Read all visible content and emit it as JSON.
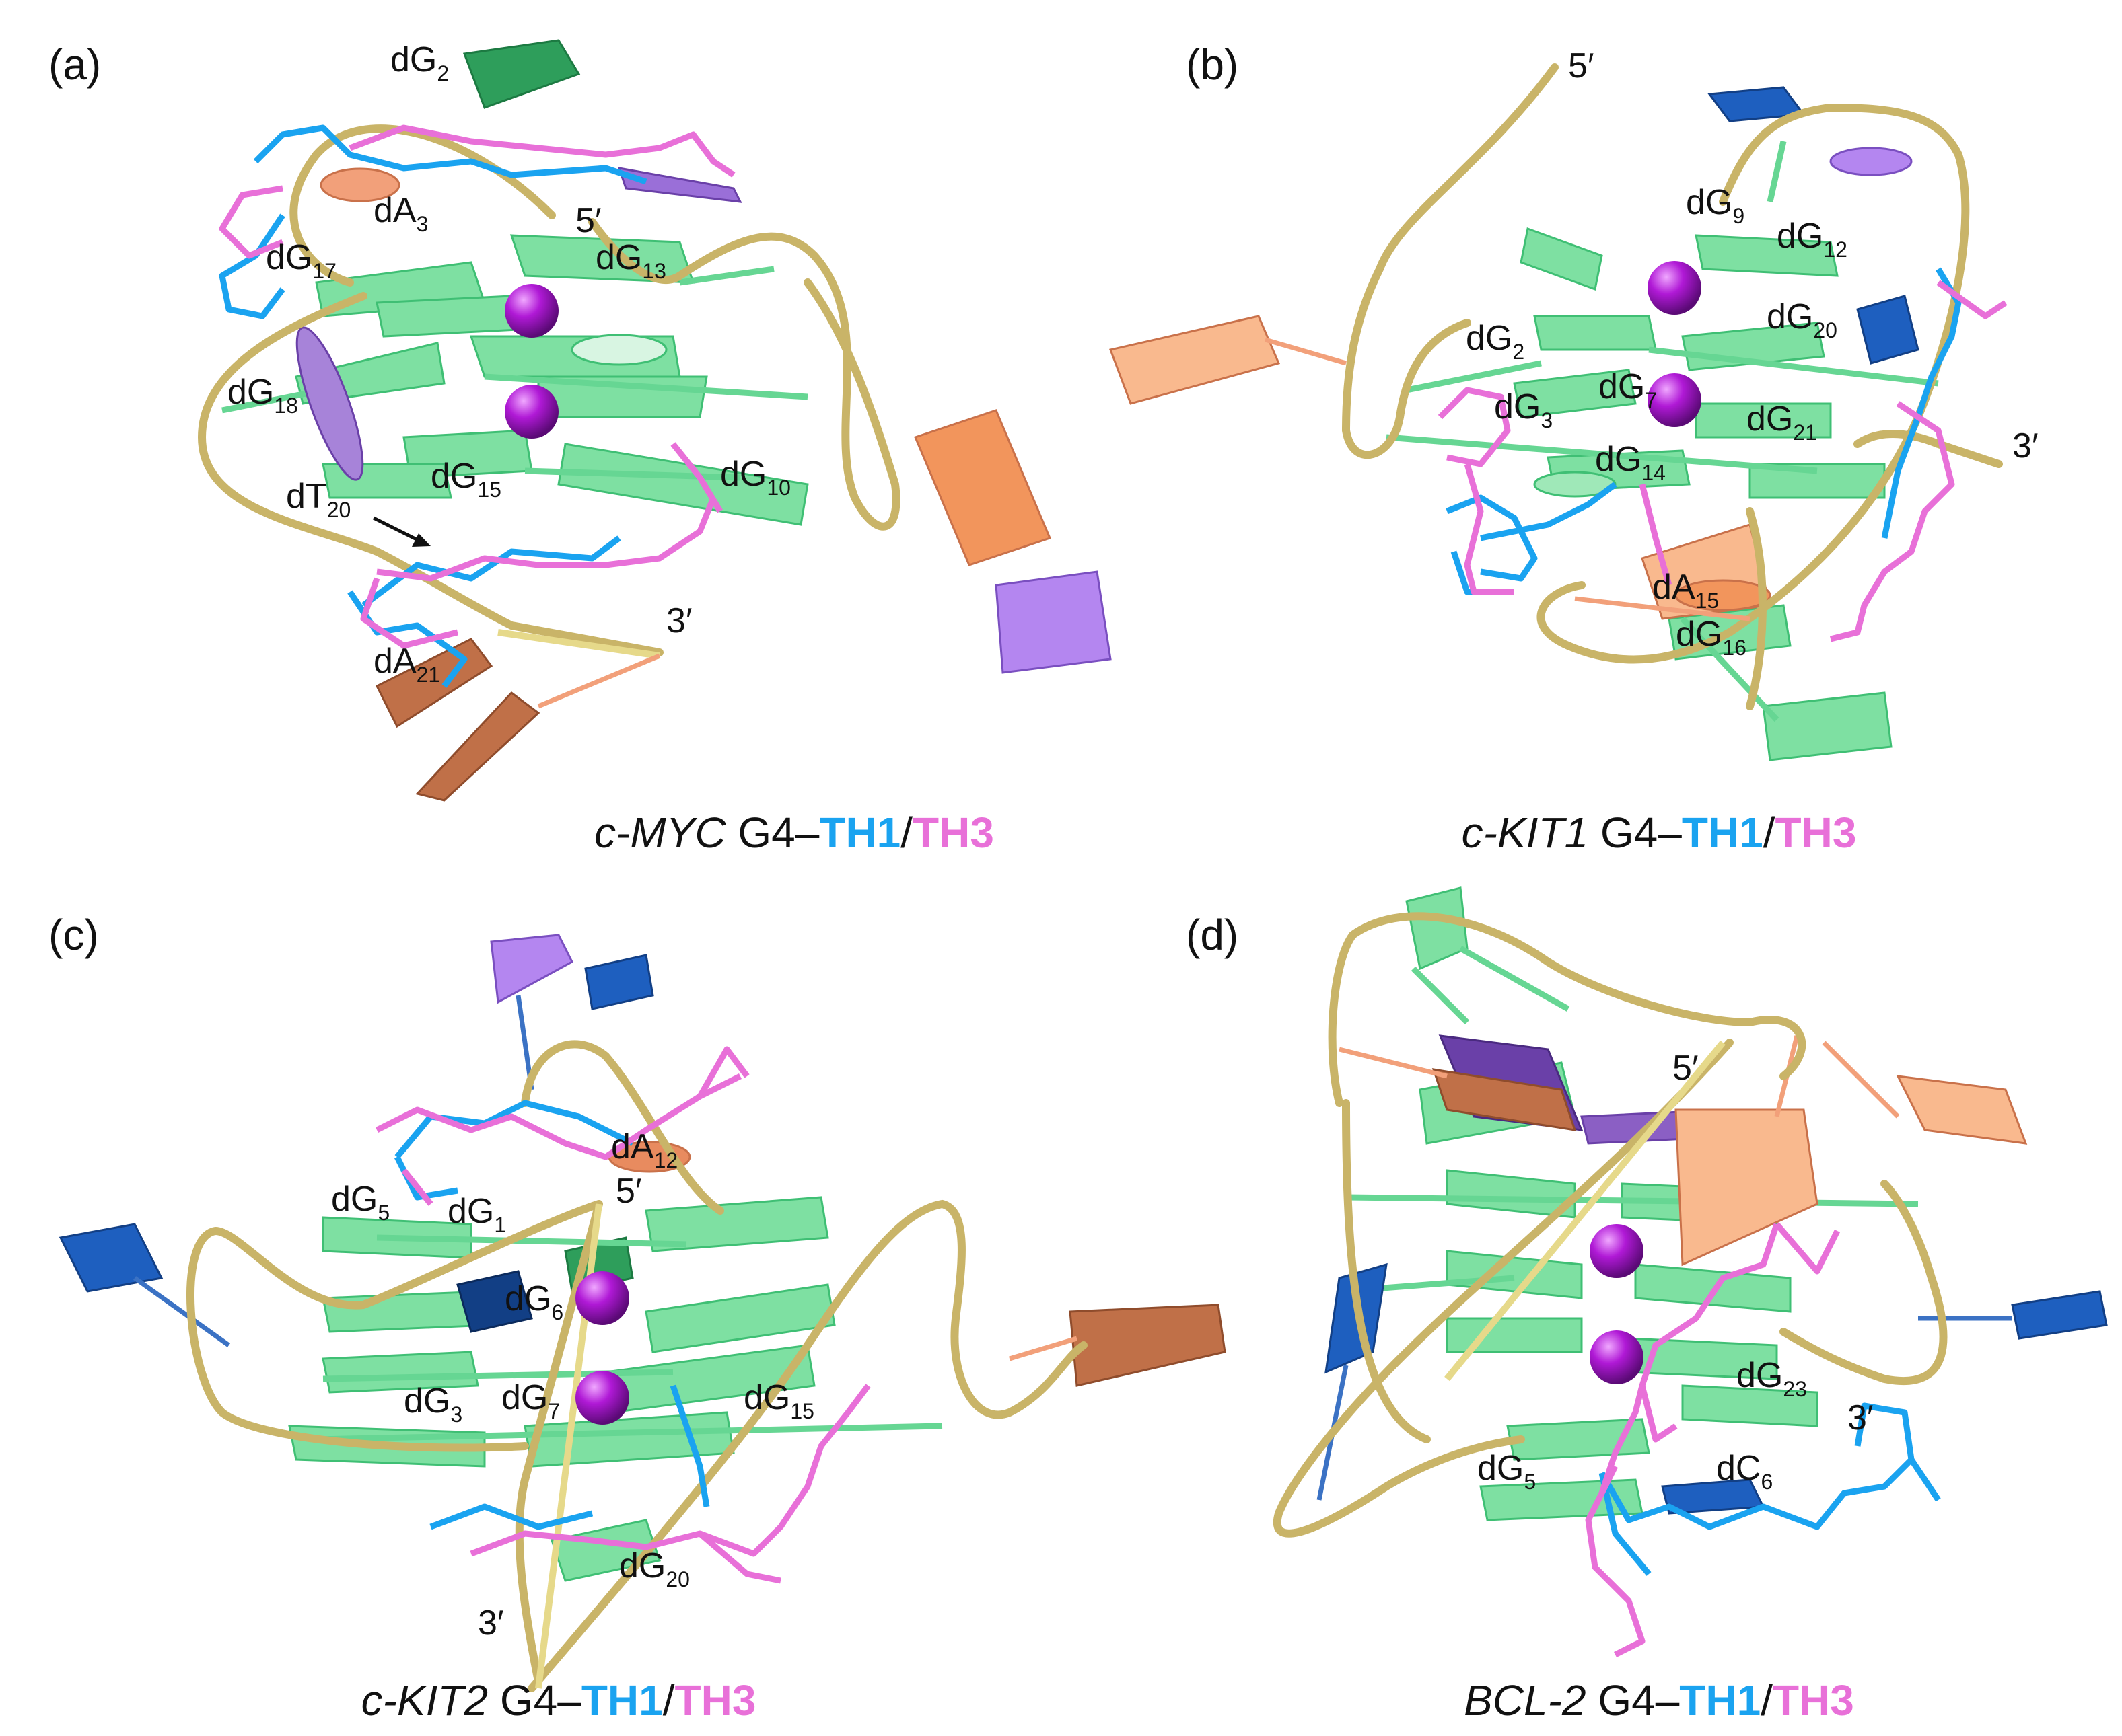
{
  "colors": {
    "backbone": "#c9b468",
    "guanine": "#7ee0a2",
    "guanine_dark": "#3fbf74",
    "adenine": "#c9714a",
    "adenine_light": "#f2b38a",
    "thymine": "#8b5fc4",
    "thymine_light": "#c79cf0",
    "cytosine": "#1e5fbf",
    "ion": "#b019d6",
    "th1": "#1aa3f0",
    "th3": "#e870d8"
  },
  "panels": [
    {
      "label": "(a)",
      "caption": {
        "gene": "c-MYC",
        "rest": " G4–",
        "ligand1": "TH1",
        "slash": "/",
        "ligand2": "TH3"
      },
      "labels": [
        {
          "base": "dG",
          "sub": "2"
        },
        {
          "base": "dA",
          "sub": "3"
        },
        {
          "base": "5′",
          "sub": ""
        },
        {
          "base": "dG",
          "sub": "17"
        },
        {
          "base": "dG",
          "sub": "13"
        },
        {
          "base": "dG",
          "sub": "18"
        },
        {
          "base": "dT",
          "sub": "20"
        },
        {
          "base": "dG",
          "sub": "15"
        },
        {
          "base": "dG",
          "sub": "10"
        },
        {
          "base": "3′",
          "sub": ""
        },
        {
          "base": "dA",
          "sub": "21"
        }
      ]
    },
    {
      "label": "(b)",
      "caption": {
        "gene": "c-KIT1",
        "rest": " G4–",
        "ligand1": "TH1",
        "slash": "/",
        "ligand2": "TH3"
      },
      "labels": [
        {
          "base": "5′",
          "sub": ""
        },
        {
          "base": "dG",
          "sub": "9"
        },
        {
          "base": "dG",
          "sub": "12"
        },
        {
          "base": "dG",
          "sub": "20"
        },
        {
          "base": "dG",
          "sub": "2"
        },
        {
          "base": "dG",
          "sub": "7"
        },
        {
          "base": "dG",
          "sub": "3"
        },
        {
          "base": "dG",
          "sub": "21"
        },
        {
          "base": "3′",
          "sub": ""
        },
        {
          "base": "dG",
          "sub": "14"
        },
        {
          "base": "dA",
          "sub": "15"
        },
        {
          "base": "dG",
          "sub": "16"
        }
      ]
    },
    {
      "label": "(c)",
      "caption": {
        "gene": "c-KIT2",
        "rest": " G4–",
        "ligand1": "TH1",
        "slash": "/",
        "ligand2": "TH3"
      },
      "labels": [
        {
          "base": "dA",
          "sub": "12"
        },
        {
          "base": "dG",
          "sub": "5"
        },
        {
          "base": "dG",
          "sub": "1"
        },
        {
          "base": "5′",
          "sub": ""
        },
        {
          "base": "dG",
          "sub": "6"
        },
        {
          "base": "dG",
          "sub": "3"
        },
        {
          "base": "dG",
          "sub": "7"
        },
        {
          "base": "dG",
          "sub": "15"
        },
        {
          "base": "dG",
          "sub": "20"
        },
        {
          "base": "3′",
          "sub": ""
        }
      ]
    },
    {
      "label": "(d)",
      "caption": {
        "gene": "BCL-2",
        "rest": " G4–",
        "ligand1": "TH1",
        "slash": "/",
        "ligand2": "TH3"
      },
      "labels": [
        {
          "base": "5′",
          "sub": ""
        },
        {
          "base": "dG",
          "sub": "23"
        },
        {
          "base": "3′",
          "sub": ""
        },
        {
          "base": "dG",
          "sub": "5"
        },
        {
          "base": "dC",
          "sub": "6"
        }
      ]
    }
  ]
}
